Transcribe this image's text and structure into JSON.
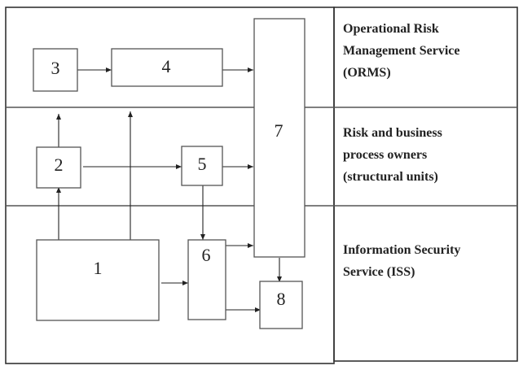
{
  "boxes": {
    "b1": "1",
    "b2": "2",
    "b3": "3",
    "b4": "4",
    "b5": "5",
    "b6": "6",
    "b7": "7",
    "b8": "8"
  },
  "lanes": [
    {
      "lines": [
        "Operational Risk",
        "Management Service",
        "(ORMS)"
      ]
    },
    {
      "lines": [
        "Risk and business",
        "process owners",
        "(structural units)"
      ]
    },
    {
      "lines": [
        "Information Security",
        "Service (ISS)"
      ]
    }
  ]
}
